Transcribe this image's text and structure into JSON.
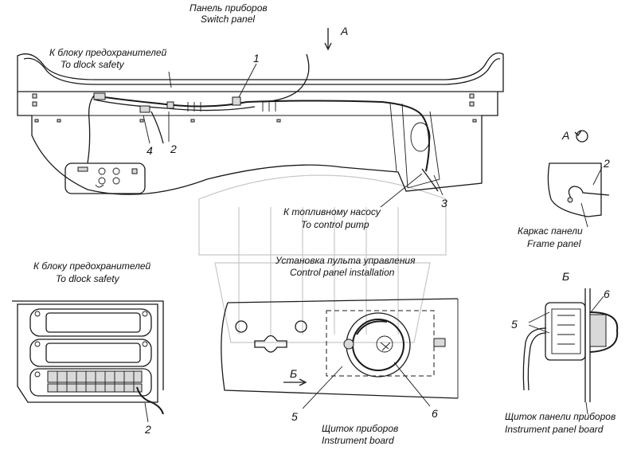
{
  "labels": {
    "switch_panel_ru": "Панель приборов",
    "switch_panel_en": "Switch panel",
    "view_a": "A",
    "view_a_detail": "A",
    "fuse_block_ru_top": "К блоку предохранителей",
    "fuse_block_en_top": "To dlock safety",
    "fuel_pump_ru": "К топливному насосу",
    "fuel_pump_en": "To control pump",
    "frame_panel_ru": "Каркас панели",
    "frame_panel_en": "Frame  panel",
    "fuse_block_ru_left": "К блоку предохранителей",
    "fuse_block_en_left": "To dlock safety",
    "control_install_ru": "Установка пульта управления",
    "control_install_en": "Control panel installation",
    "view_b_title": "Б",
    "view_b_arrow": "Б",
    "instrument_board_ru": "Щиток приборов",
    "instrument_board_en": "Instrument board",
    "instrument_panel_board_ru": "Щиток панели приборов",
    "instrument_panel_board_en": "Instrument panel board"
  },
  "callouts": {
    "n1": "1",
    "n2_top": "2",
    "n3": "3",
    "n4": "4",
    "n2_frame": "2",
    "n2_fuse": "2",
    "n5_board": "5",
    "n6_board": "6",
    "n5_side": "5",
    "n6_side": "6"
  }
}
